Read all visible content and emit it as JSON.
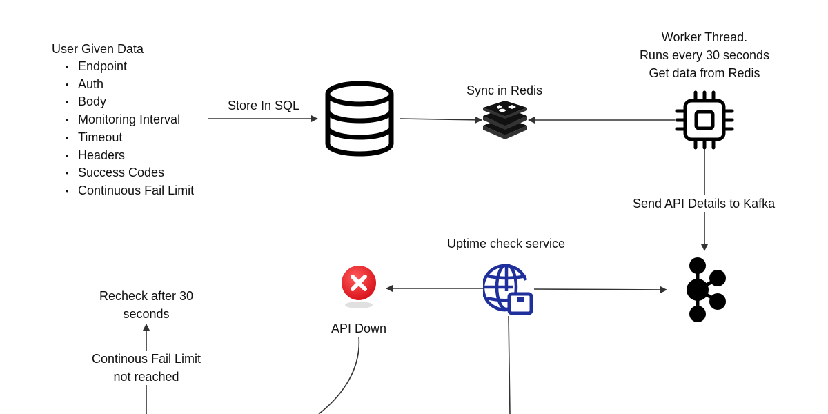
{
  "user_data": {
    "title": "User Given Data",
    "fields": [
      "Endpoint",
      "Auth",
      "Body",
      "Monitoring Interval",
      "Timeout",
      "Headers",
      "Success  Codes",
      "Continuous Fail Limit"
    ]
  },
  "edges": {
    "store_sql": "Store In SQL",
    "sync_redis": "Sync in Redis",
    "send_kafka": "Send API Details to Kafka",
    "fail_limit": [
      "Continous Fail Limit",
      "not reached"
    ]
  },
  "nodes": {
    "worker": [
      "Worker Thread.",
      "Runs every 30 seconds",
      "Get data from Redis"
    ],
    "uptime": "Uptime check service",
    "api_down": "API Down",
    "recheck": [
      "Recheck after 30",
      "seconds"
    ]
  },
  "icons": {
    "database": "database-icon",
    "redis": "redis-icon",
    "worker": "cpu-chip-icon",
    "kafka": "kafka-icon",
    "uptime": "globe-service-icon",
    "api_down": "error-x-icon"
  },
  "colors": {
    "error_red": "#e8202a",
    "service_blue": "#1f2f9c",
    "line": "#333333"
  }
}
